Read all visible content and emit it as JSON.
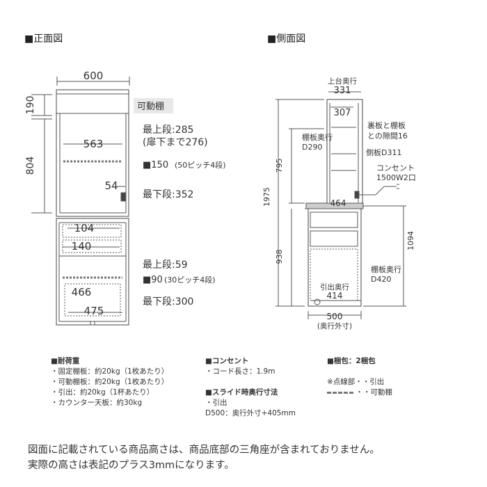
{
  "sections": {
    "front": "■正面図",
    "side": "■側面図"
  },
  "front": {
    "dim_width": "600",
    "dim_top_height": "190",
    "dim_upper_height": "804",
    "dim_inner_width": "563",
    "dim_54": "54",
    "dim_104": "104",
    "dim_140": "140",
    "dim_466": "466",
    "dim_475": "475",
    "movable_shelf": "可動棚",
    "upper_top": "最上段:285",
    "upper_top_note": "(扉下まで276)",
    "upper_pitch_num": "■150",
    "upper_pitch_note": "(50ピッチ4段)",
    "upper_bottom": "最下段:352",
    "lower_top": "最上段:59",
    "lower_pitch_num": "■90",
    "lower_pitch_note": "(30ピッチ4段)",
    "lower_bottom": "最下段:300"
  },
  "side": {
    "top_depth_label": "上台奥行",
    "dim_331": "331",
    "dim_307": "307",
    "gap_label_1": "裏板と棚板",
    "gap_label_2": "との隙間16",
    "shelf_depth_label": "棚板奥行",
    "shelf_depth_val": "D290",
    "side_panel": "側板D311",
    "outlet_label": "コンセント",
    "outlet_spec": "1500W2口",
    "dim_795": "795",
    "dim_1975": "1975",
    "dim_464": "464",
    "dim_1094": "1094",
    "dim_938": "938",
    "lower_shelf_label": "棚板奥行",
    "lower_shelf_val": "D420",
    "drawer_depth": "引出奥行",
    "dim_414": "414",
    "dim_500": "500",
    "outer_depth": "(奥行外寸)"
  },
  "notes": {
    "load": {
      "title": "■耐荷重",
      "lines": [
        "・固定棚板：約20kg（1枚あたり）",
        "・可動棚板：約20kg（1枚あたり）",
        "・引出：約20kg（1杯あたり）",
        "・カウンター天板：約30kg"
      ]
    },
    "outlet": {
      "title": "■コンセント",
      "lines": [
        "・コード長さ：1.9m"
      ]
    },
    "slide": {
      "title": "■スライド時奥行寸法",
      "lines": [
        "・引出",
        "D500：奥行外寸+405mm"
      ]
    },
    "package": {
      "title": "■梱包：2梱包"
    },
    "legend": {
      "dotted": "※点線部・・引出",
      "dashed": "・・可動棚"
    }
  },
  "footer": {
    "line1": "図面に記載されている商品高さは、商品底部の三角座が含まれておりません。",
    "line2": "実際の高さは表記のプラス3mmになります。"
  }
}
